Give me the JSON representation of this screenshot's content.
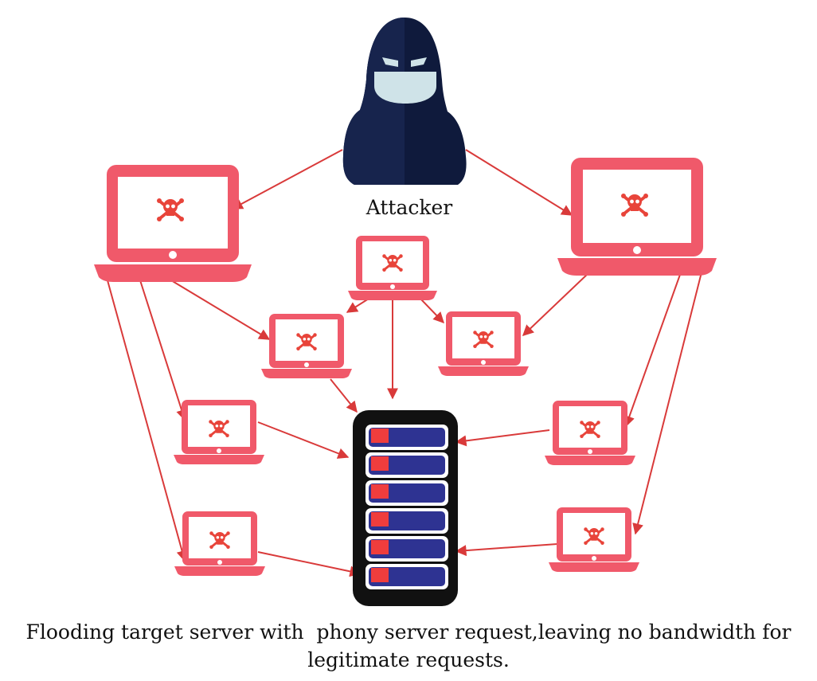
{
  "diagram": {
    "attacker_label": "Attacker",
    "caption_line1": "Flooding target server with  phony server request,leaving no bandwidth for",
    "caption_line2": "legitimate requests.",
    "colors": {
      "laptop": "#f0596a",
      "screen": "#ffffff",
      "arrow": "#d93a3a",
      "skull": "#e8443a",
      "hacker": "#0f1a3c",
      "mask": "#cfe3e8",
      "server_frame": "#111111",
      "server_slot": "#2e3392",
      "server_led": "#ef3d3d"
    },
    "icons": {
      "attacker": "hacker-icon",
      "bot": "laptop-skull-icon",
      "target": "server-rack-icon"
    }
  }
}
